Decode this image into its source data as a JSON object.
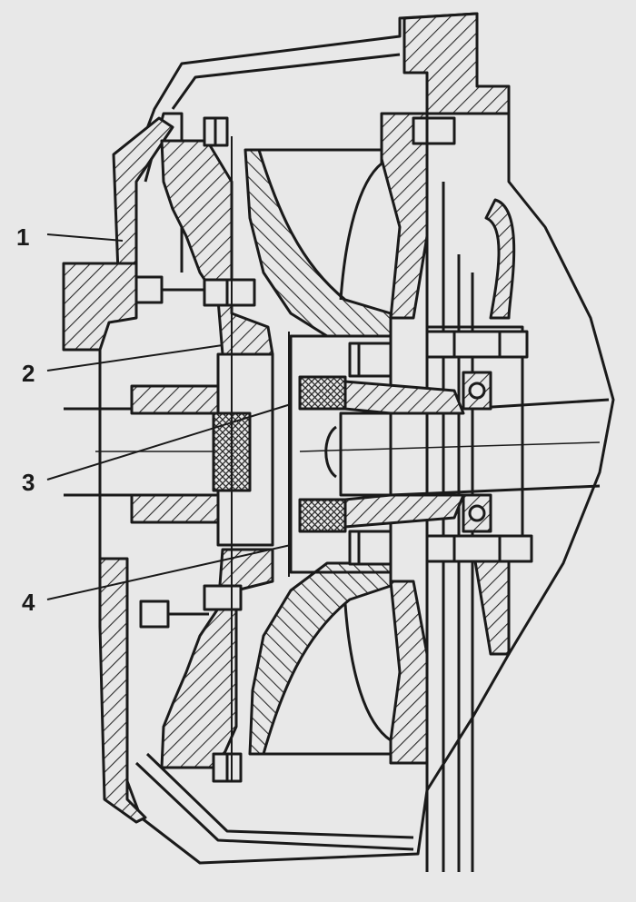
{
  "figure": {
    "colors": {
      "background": "#e8e8e8",
      "ink": "#1a1a1a",
      "hatch": "#2a2a2a"
    },
    "callouts": [
      {
        "id": "1",
        "label": "1"
      },
      {
        "id": "2",
        "label": "2"
      },
      {
        "id": "3",
        "label": "3"
      },
      {
        "id": "4",
        "label": "4"
      }
    ]
  }
}
